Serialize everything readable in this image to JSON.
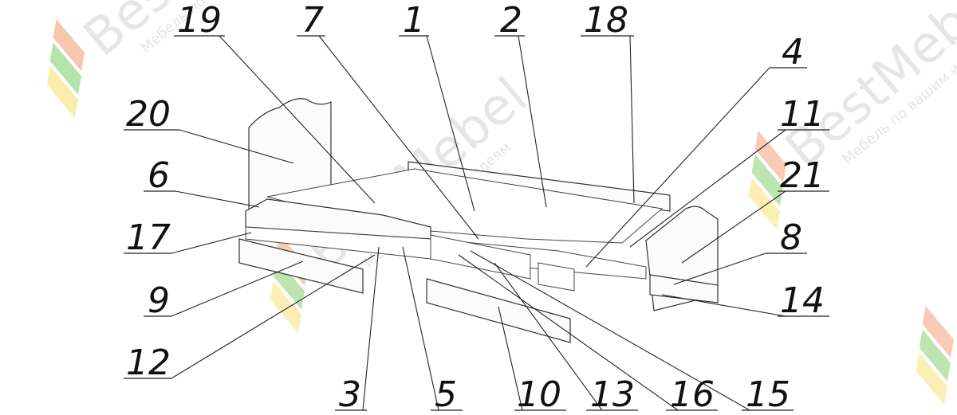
{
  "watermark": {
    "brand": "BestMebel",
    "tagline": "Мебель по вашим идеям",
    "colors": {
      "yellow": "#f7e27a",
      "green": "#86cf73",
      "red": "#f0a07a"
    }
  },
  "callouts": {
    "c19": "19",
    "c7": "7",
    "c1": "1",
    "c2": "2",
    "c18": "18",
    "c4": "4",
    "c20": "20",
    "c11": "11",
    "c6": "6",
    "c21": "21",
    "c17": "17",
    "c8": "8",
    "c9": "9",
    "c14": "14",
    "c12": "12",
    "c3": "3",
    "c5": "5",
    "c10": "10",
    "c13": "13",
    "c16": "16",
    "c15": "15"
  }
}
